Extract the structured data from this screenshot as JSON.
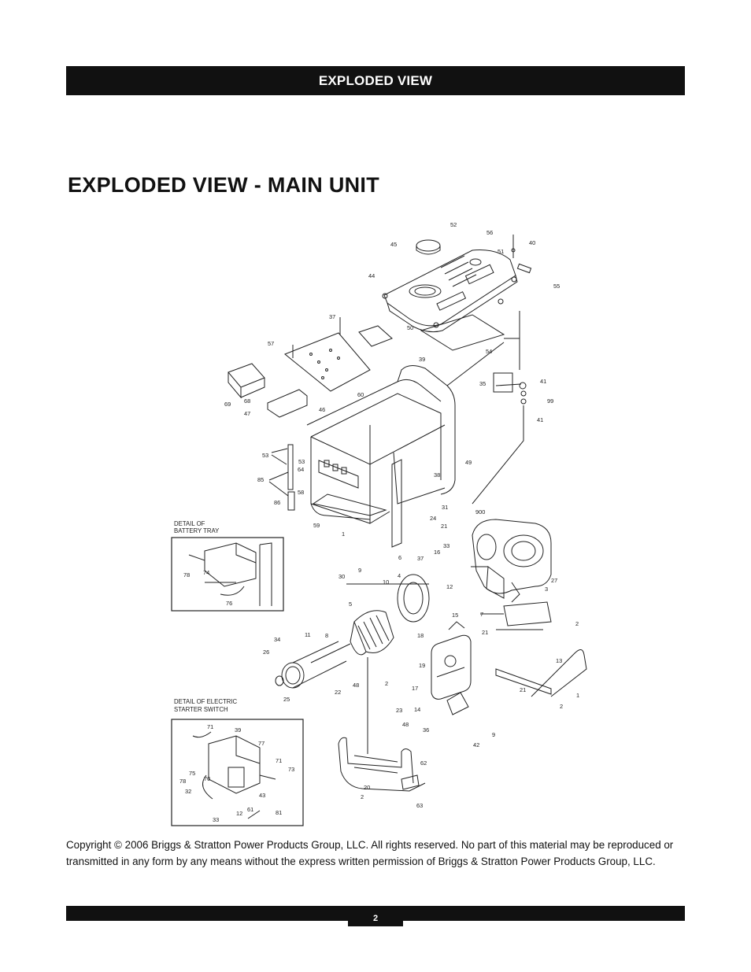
{
  "header": {
    "section_title": "EXPLODED VIEW"
  },
  "page_title": "EXPLODED VIEW - MAIN UNIT",
  "diagram": {
    "detail_battery_caption": [
      "DETAIL  OF",
      "BATTERY  TRAY"
    ],
    "detail_starter_caption": [
      "DETAIL  OF  ELECTRIC",
      "STARTER  SWITCH"
    ],
    "labels": {
      "p52": "52",
      "p56": "56",
      "p40": "40",
      "p45": "45",
      "p51": "51",
      "p44": "44",
      "p55": "55",
      "p37a": "37",
      "p50": "50",
      "p54": "54",
      "p57": "57",
      "p39a": "39",
      "p35": "35",
      "p41a": "41",
      "p99": "99",
      "p41b": "41",
      "p68": "68",
      "p60": "60",
      "p69": "69",
      "p47": "47",
      "p46": "46",
      "p53a": "53",
      "p53b": "53",
      "p64": "64",
      "p49": "49",
      "p85": "85",
      "p58": "58",
      "p38": "38",
      "p86": "86",
      "p31": "31",
      "p59": "59",
      "p24": "24",
      "p900": "900",
      "p1a": "1",
      "p21a": "21",
      "p33a": "33",
      "p16": "16",
      "p37b": "37",
      "p27": "27",
      "p3": "3",
      "p12": "12",
      "p30": "30",
      "p9a": "9",
      "p6": "6",
      "p10": "10",
      "p4": "4",
      "p5": "5",
      "p15": "15",
      "p7": "7",
      "p2a": "2",
      "p21b": "21",
      "p34": "34",
      "p11": "11",
      "p8": "8",
      "p18": "18",
      "p13": "13",
      "p26": "26",
      "p19": "19",
      "p22": "22",
      "p48a": "48",
      "p2b": "2",
      "p17": "17",
      "p21c": "21",
      "p1b": "1",
      "p25": "25",
      "p2c": "2",
      "p23": "23",
      "p14": "14",
      "p48b": "48",
      "p36": "36",
      "p42": "42",
      "p9b": "9",
      "p62": "62",
      "p20": "20",
      "p2d": "2",
      "p63": "63",
      "b78": "78",
      "b74": "74",
      "b76": "76",
      "s71a": "71",
      "s39": "39",
      "s77": "77",
      "s71b": "71",
      "s73": "73",
      "s75": "75",
      "s70": "70",
      "s78": "78",
      "s32": "32",
      "s43": "43",
      "s61": "61",
      "s12": "12",
      "s81": "81",
      "s33": "33"
    }
  },
  "copyright": "Copyright © 2006 Briggs & Stratton Power Products Group, LLC.  All rights reserved.  No part of this material may be reproduced or transmitted in any form by any means without the express written permission of Briggs & Stratton Power Products Group, LLC.",
  "page_number": "2"
}
